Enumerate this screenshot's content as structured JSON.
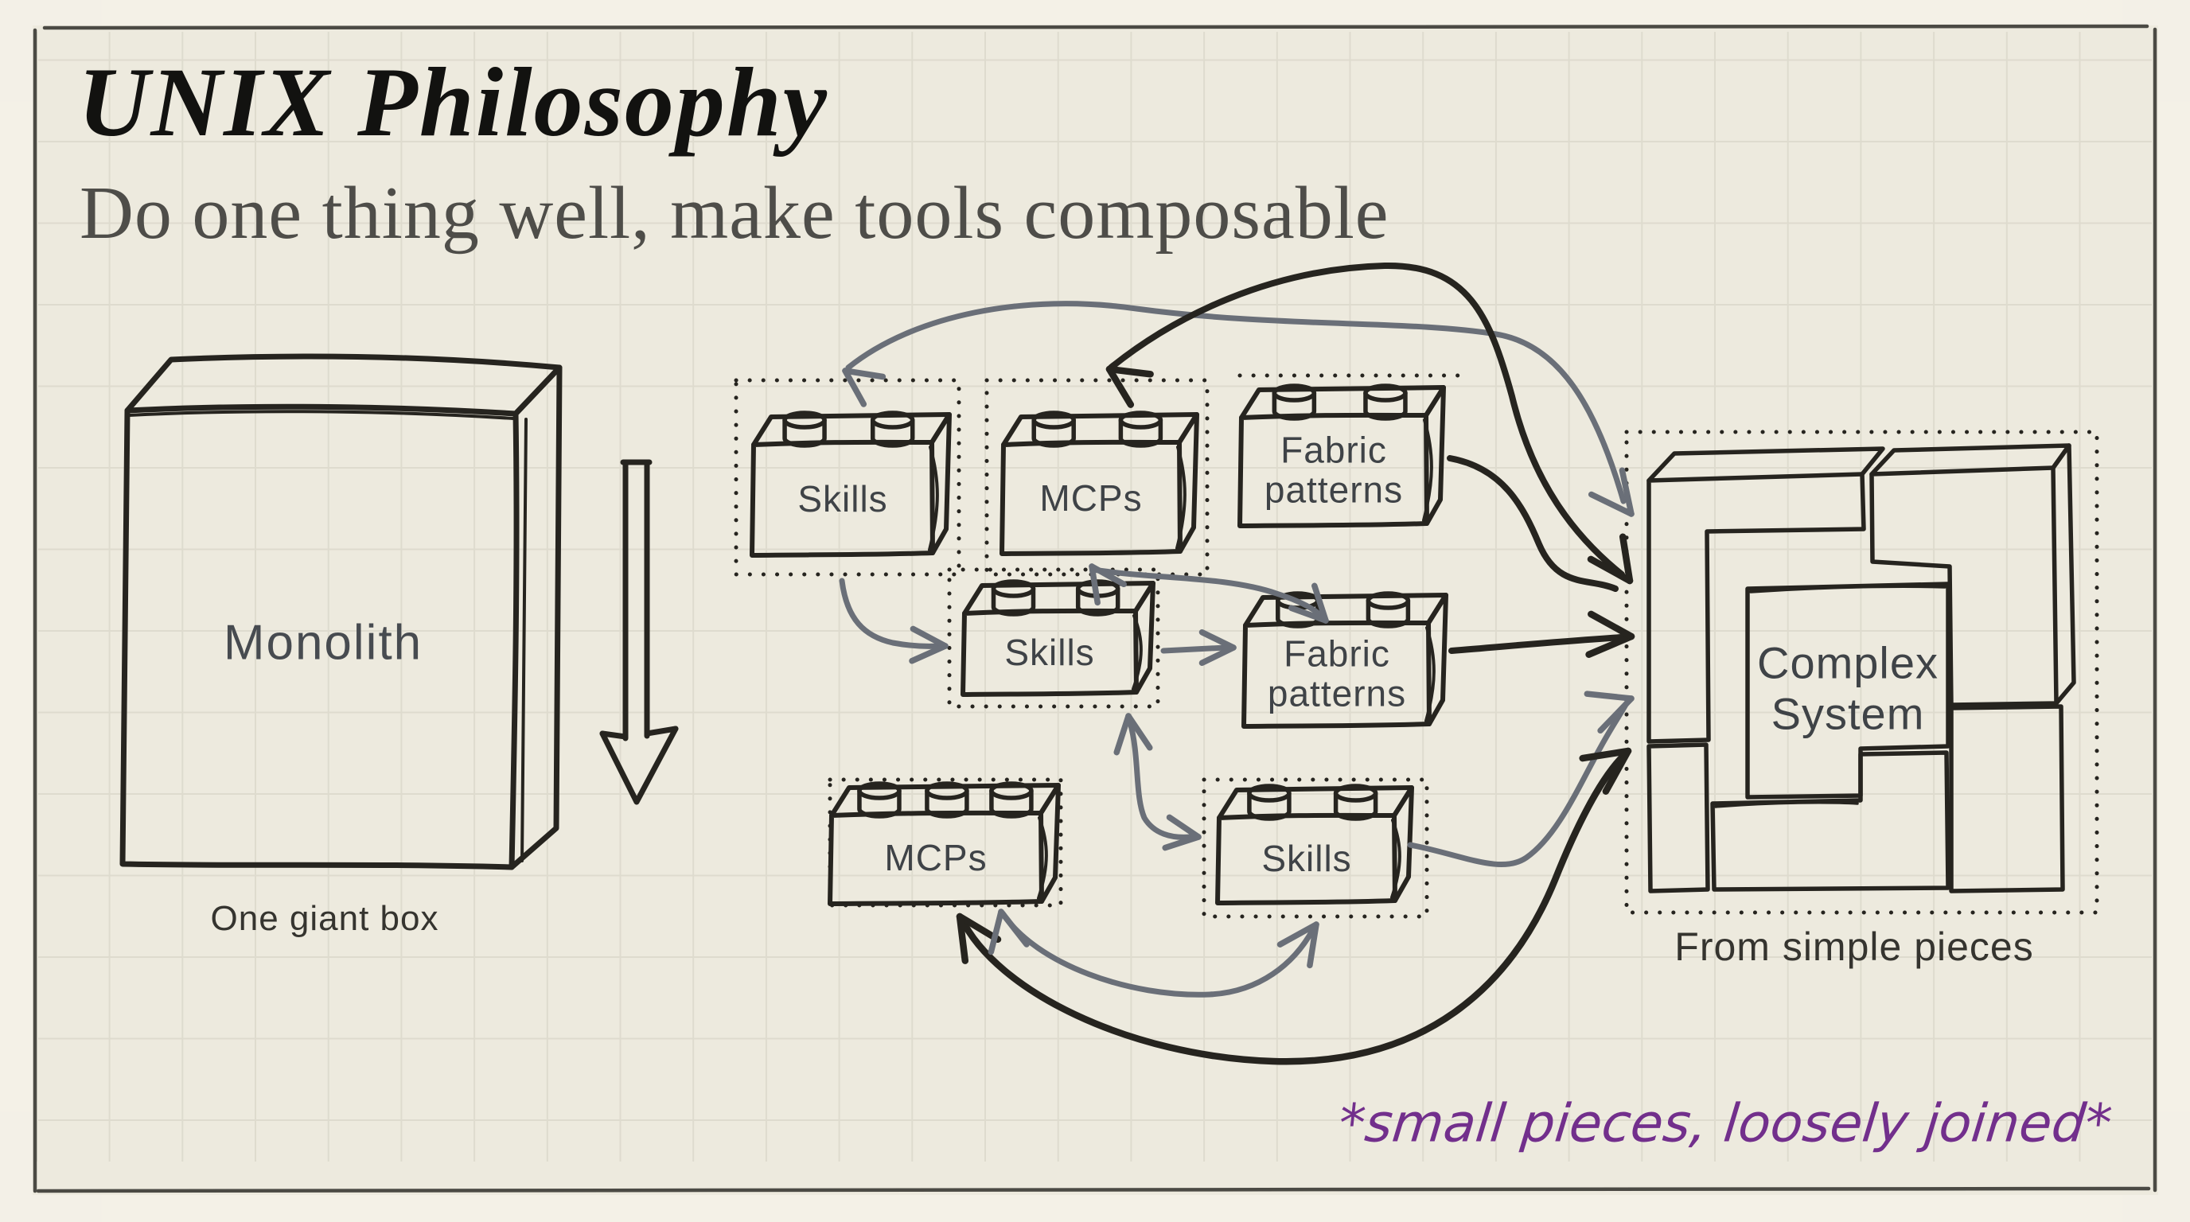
{
  "slide": {
    "title": "UNIX Philosophy",
    "subtitle": "Do one thing well, make tools composable"
  },
  "monolith": {
    "label": "Monolith",
    "caption": "One giant box"
  },
  "bricks": {
    "skills_top": {
      "label": "Skills"
    },
    "mcps_top": {
      "label": "MCPs"
    },
    "fabric_top": {
      "label": "Fabric patterns"
    },
    "skills_mid": {
      "label": "Skills"
    },
    "fabric_mid": {
      "label": "Fabric patterns"
    },
    "mcps_bottom": {
      "label": "MCPs"
    },
    "skills_bottom": {
      "label": "Skills"
    }
  },
  "complex_system": {
    "label": "Complex System",
    "caption": "From simple pieces"
  },
  "note": {
    "text": "*small pieces, loosely joined*"
  },
  "icons": [
    "lego-brick-icon",
    "monolith-box-icon",
    "down-arrow-icon",
    "puzzle-assembly-icon"
  ],
  "colors": {
    "background": "#edeade",
    "ink": "#26241f",
    "gray_arrow": "#6a6f78",
    "label_text": "#3f4347",
    "purple_note": "#722f8c",
    "frame": "#4b4a44",
    "grid": "#d2d0c2"
  }
}
